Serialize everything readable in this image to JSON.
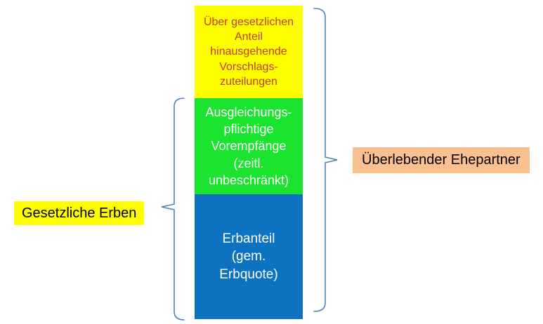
{
  "diagram": {
    "description_texts": {
      "left_label": "Gesetzliche Erben",
      "right_label": "Überlebender Ehepartner"
    },
    "bar": {
      "segments": [
        {
          "id": "vorschlagszuteilungen",
          "text": "Über gesetzlichen\nAnteil\nhinausgehende\nVorschlags-\nzuteilungen",
          "fill": "#FFFF00",
          "text_color": "#C13B25"
        },
        {
          "id": "vorempfaenge",
          "text": "Ausgleichungs-\npflichtige\nVorempfänge\n(zeitl.\nunbeschränkt)",
          "fill": "#1BE42F",
          "text_color": "#FFFFFF"
        },
        {
          "id": "erbanteil",
          "text": "Erbanteil\n(gem.\nErbquote)",
          "fill": "#0D73C1",
          "text_color": "#FFFFFF"
        }
      ]
    },
    "braces": {
      "left": "left-curly-brace",
      "right": "right-curly-brace",
      "color": "#4F81BD"
    },
    "colors": {
      "segment_yellow": "#FFFF00",
      "segment_green": "#1BE42F",
      "segment_blue": "#0D73C1",
      "label_highlight_yellow": "#FFFF00",
      "label_highlight_orange": "#FAC090",
      "red_text": "#C13B25",
      "brace_blue": "#4F81BD"
    }
  }
}
